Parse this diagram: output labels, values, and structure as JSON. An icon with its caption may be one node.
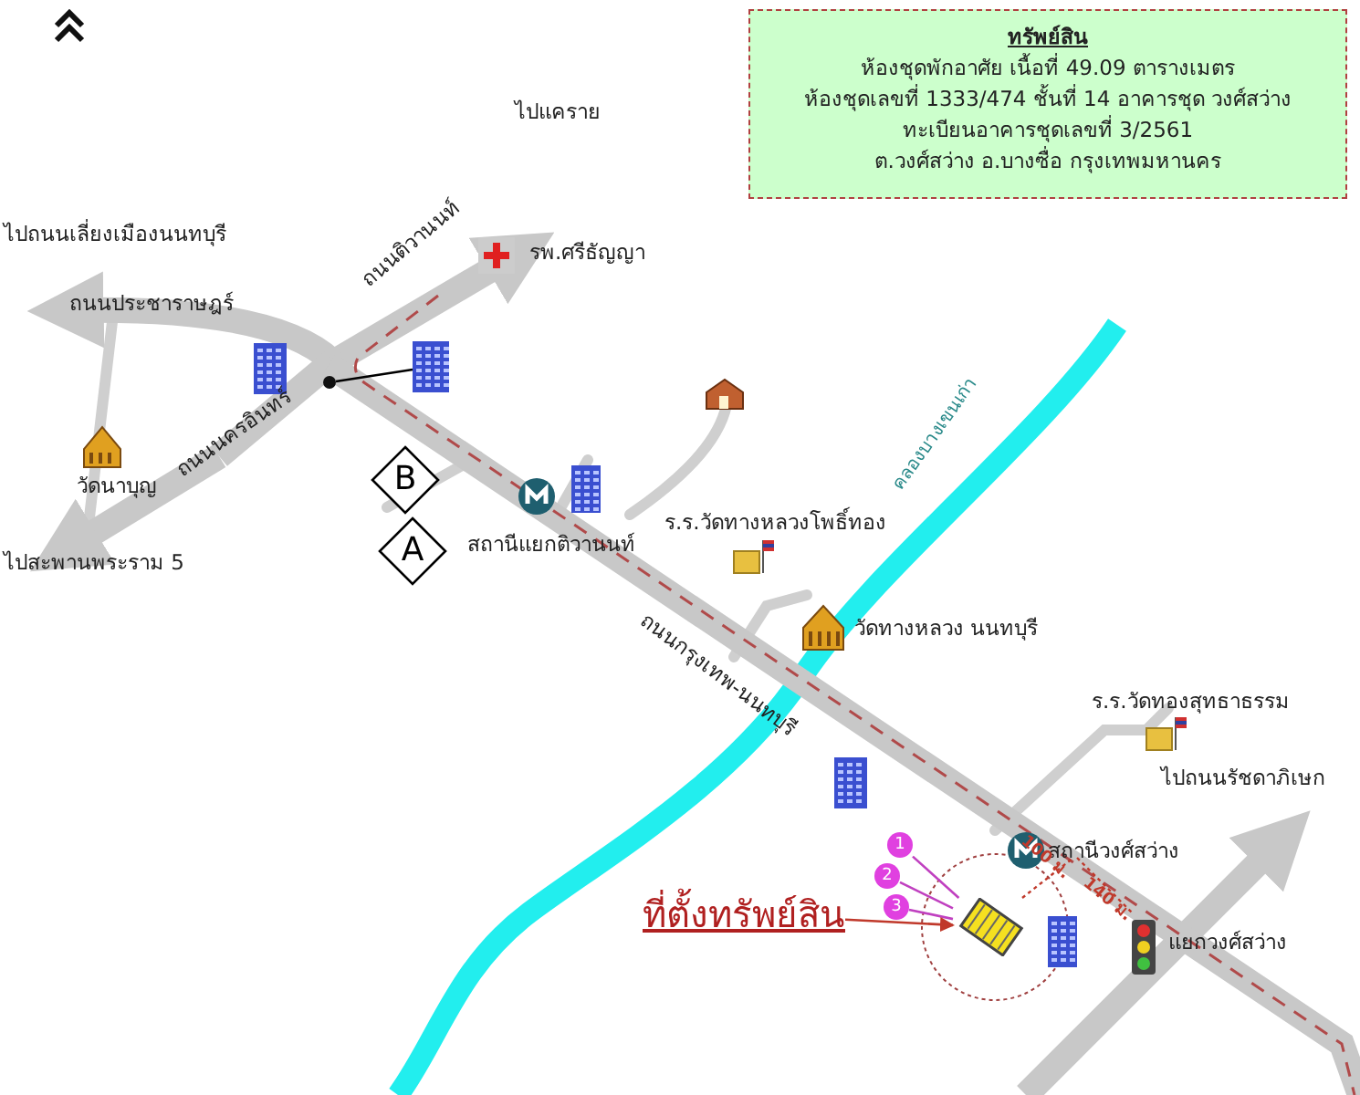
{
  "diagram": {
    "nodes": [
      {
        "text": [
          "ทรัพย์สิน",
          "ห้องชุดพักอาศัย เนื้อที่ 49.09 ตารางเมตร",
          "ห้องชุดเลขที่ 1333/474 ชั้นที่ 14 อาคารชุด วงศ์สว่าง",
          "ทะเบียนอาคารชุดเลขที่ 3/2561",
          "ต.วงศ์สว่าง อ.บางซื่อ กรุงเทพมหานคร"
        ]
      },
      {
        "text": [],
        "shape": "picture"
      },
      {
        "text": [],
        "shape": "circle"
      },
      {
        "text": [
          "B"
        ]
      },
      {
        "text": [
          "A"
        ]
      },
      {
        "text": [
          "1"
        ]
      },
      {
        "text": [
          "2"
        ]
      },
      {
        "text": [
          "3"
        ]
      },
      {
        "text": [
          "ที่ตั้งทรัพย์สิน"
        ]
      },
      {
        "text": [],
        "shape": "picture"
      }
    ],
    "edges": [
      {
        "from": 1,
        "to": 2,
        "arrow": "none",
        "color": "#000000"
      },
      {
        "from": 5,
        "to": 9,
        "arrow": "none"
      },
      {
        "from": 6,
        "to": 9,
        "arrow": "none"
      },
      {
        "from": 7,
        "to": 9,
        "arrow": "none"
      },
      {
        "from": 8,
        "to": 9,
        "arrow": "to",
        "color": "#c0392b"
      }
    ],
    "labels": [
      "ไปแคราย",
      "ไปถนนเลี่ยงเมืองนนทบุรี",
      "ถนนประชาราษฎร์",
      "ถนนติวานนท์",
      "รพ.ศรีธัญญา",
      "ถนนนครอินทร์",
      "วัดนาบุญ",
      "ไปสะพานพระราม 5",
      "สถานีแยกติวานนท์",
      "ร.ร.วัดทางหลวงโพธิ์ทอง",
      "คลองบางเขนเก่า",
      "วัดทางหลวง นนทบุรี",
      "ถนนกรุงเทพ-นนทบุรี",
      "ร.ร.วัดทองสุทธาธรรม",
      "ไปถนนรัชดาภิเษก",
      "สถานีวงศ์สว่าง",
      "100 ม.",
      "140 ม.",
      "แยกวงศ์สว่าง"
    ]
  }
}
